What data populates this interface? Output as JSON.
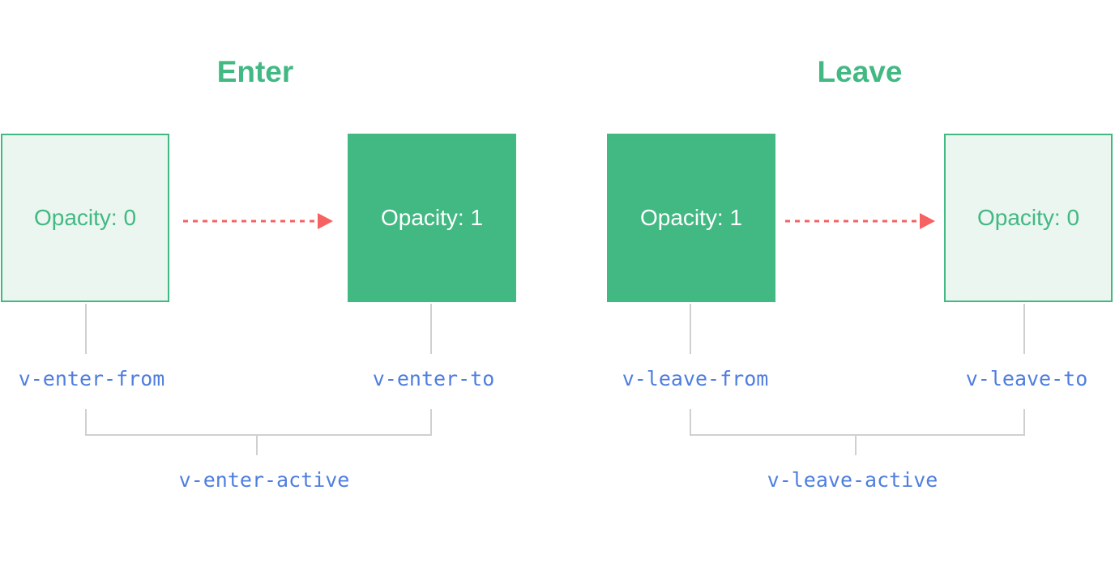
{
  "enter": {
    "title": "Enter",
    "from_box": "Opacity: 0",
    "to_box": "Opacity: 1",
    "from_class": "v-enter-from",
    "to_class": "v-enter-to",
    "active_class": "v-enter-active"
  },
  "leave": {
    "title": "Leave",
    "from_box": "Opacity: 1",
    "to_box": "Opacity: 0",
    "from_class": "v-leave-from",
    "to_class": "v-leave-to",
    "active_class": "v-leave-active"
  },
  "colors": {
    "accent": "#42b883",
    "faded_fill": "#eaf6ef",
    "arrow": "#f66161",
    "class_label": "#4f7ee0",
    "connector": "#d0d0d0"
  }
}
